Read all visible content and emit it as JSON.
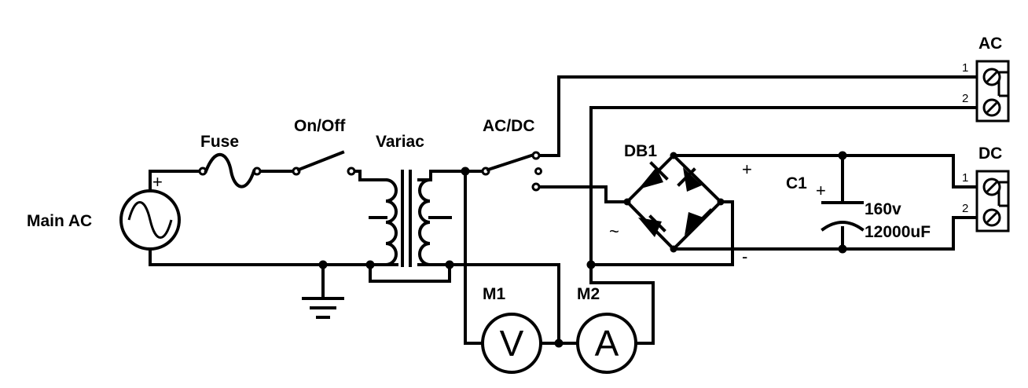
{
  "labels": {
    "main_ac": "Main AC",
    "fuse": "Fuse",
    "switch": "On/Off",
    "variac": "Variac",
    "selector": "AC/DC",
    "bridge": "DB1",
    "capacitor": "C1",
    "cap_voltage": "160v",
    "cap_value": "12000uF",
    "voltmeter": "M1",
    "ammeter": "M2",
    "ac_output": "AC",
    "dc_output": "DC"
  },
  "meter_symbols": {
    "voltmeter": "V",
    "ammeter": "A"
  },
  "signs": {
    "source_plus": "+",
    "cap_plus": "+",
    "bridge_plus": "+",
    "bridge_minus": "-",
    "bridge_ac": "~"
  },
  "terminal_pins": {
    "ac_pin1": "1",
    "ac_pin2": "2",
    "dc_pin1": "1",
    "dc_pin2": "2"
  }
}
